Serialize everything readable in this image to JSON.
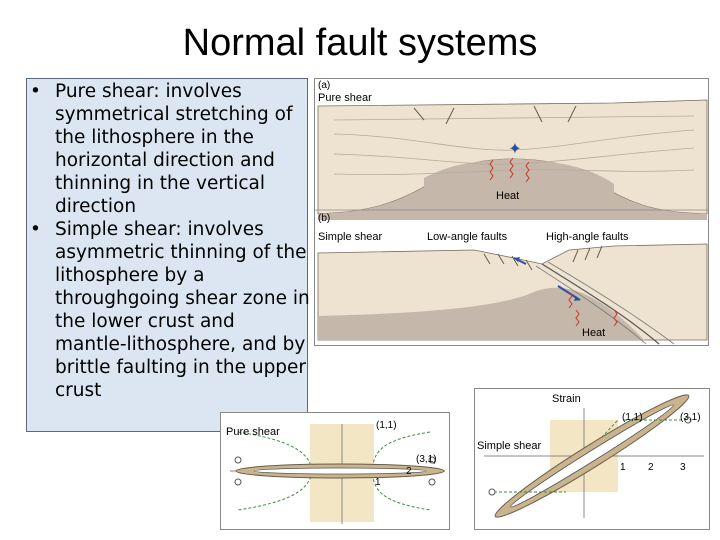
{
  "slide": {
    "title": "Normal fault systems",
    "bullets": [
      {
        "term": "Pure shear",
        "text": ": involves symmetrical stretching of the lithosphere in the horizontal direction and thinning in the vertical direction"
      },
      {
        "term": "Simple shear",
        "text": ": involves asymmetric thinning of the lithosphere by a throughgoing shear zone in the lower crust and mantle-lithosphere, and by brittle faulting in the upper crust"
      }
    ]
  },
  "cross_section_figure": {
    "panel_a_letter": "(a)",
    "panel_a_label": "Pure shear",
    "panel_a_heat": "Heat",
    "panel_b_letter": "(b)",
    "panel_b_label": "Simple shear",
    "low_angle_label": "Low-angle faults",
    "high_angle_label": "High-angle faults",
    "panel_b_heat": "Heat"
  },
  "pure_shear_strain_figure": {
    "label": "Pure shear",
    "point_1_1": "(1,1)",
    "point_3_1": "(3,1)",
    "tick_1": "1",
    "tick_2": "2"
  },
  "simple_shear_strain_figure": {
    "strain_label": "Strain",
    "label": "Simple shear",
    "point_1_1": "(1,1)",
    "point_3_1": "(3,1)",
    "tick_1": "1",
    "tick_2": "2",
    "tick_3": "3"
  },
  "colors": {
    "text_box_fill": "#dce6f2",
    "text_box_border": "#5a6a7e",
    "crust": "#ede3d0",
    "mantle": "#c6b7ab",
    "arrow_blue": "#2b4fa3",
    "heat_red": "#c0392b",
    "strain_fill": "#c9b48e",
    "guide_green": "#3d8f3d"
  }
}
